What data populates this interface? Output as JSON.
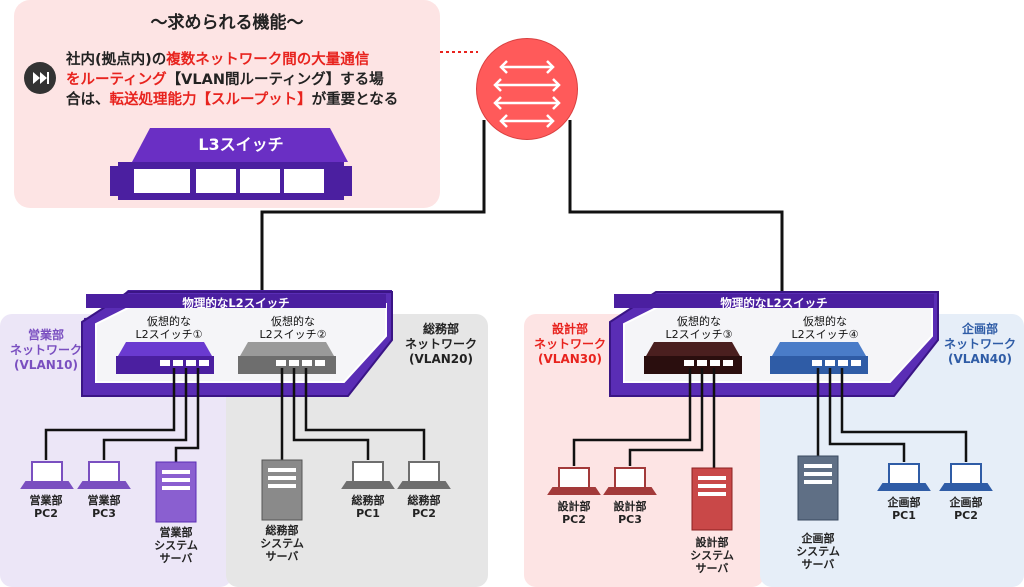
{
  "feature": {
    "title": "〜求められる機能〜",
    "line1_a": "社内(拠点内)の",
    "line1_b": "複数ネットワーク間の大量通信",
    "line2_a": "をルーティング",
    "line2_b": "【VLAN間ルーティング】する場",
    "line3_a": "合は、",
    "line3_b": "転送処理能力【スループット】",
    "line3_c": "が重要となる",
    "icon": "fast-forward-icon"
  },
  "l3_switch": {
    "label": "L3スイッチ"
  },
  "physical_switches": [
    {
      "label": "物理的なL2スイッチ"
    },
    {
      "label": "物理的なL2スイッチ"
    }
  ],
  "virtual_switches": [
    {
      "line1": "仮想的な",
      "line2": "L2スイッチ①",
      "color": "#4b1fa0"
    },
    {
      "line1": "仮想的な",
      "line2": "L2スイッチ②",
      "color": "#7a7a7a"
    },
    {
      "line1": "仮想的な",
      "line2": "L2スイッチ③",
      "color": "#2a0e0e"
    },
    {
      "line1": "仮想的な",
      "line2": "L2スイッチ④",
      "color": "#2f5ca6"
    }
  ],
  "networks": [
    {
      "name": "営業部",
      "line2": "ネットワーク",
      "vlan": "(VLAN10)",
      "color": "#7a4fc0"
    },
    {
      "name": "総務部",
      "line2": "ネットワーク",
      "vlan": "(VLAN20)",
      "color": "#222222"
    },
    {
      "name": "設計部",
      "line2": "ネットワーク",
      "vlan": "(VLAN30)",
      "color": "#e8231e"
    },
    {
      "name": "企画部",
      "line2": "ネットワーク",
      "vlan": "(VLAN40)",
      "color": "#2f5ca6"
    }
  ],
  "devices": {
    "eigyo_pc2": {
      "line1": "営業部",
      "line2": "PC2"
    },
    "eigyo_pc3": {
      "line1": "営業部",
      "line2": "PC3"
    },
    "eigyo_srv": {
      "line1": "営業部",
      "line2": "システム",
      "line3": "サーバ"
    },
    "somu_srv": {
      "line1": "総務部",
      "line2": "システム",
      "line3": "サーバ"
    },
    "somu_pc1": {
      "line1": "総務部",
      "line2": "PC1"
    },
    "somu_pc2": {
      "line1": "総務部",
      "line2": "PC2"
    },
    "sekkei_pc2": {
      "line1": "設計部",
      "line2": "PC2"
    },
    "sekkei_pc3": {
      "line1": "設計部",
      "line2": "PC3"
    },
    "sekkei_srv": {
      "line1": "設計部",
      "line2": "システム",
      "line3": "サーバ"
    },
    "kikaku_srv": {
      "line1": "企画部",
      "line2": "システム",
      "line3": "サーバ"
    },
    "kikaku_pc1": {
      "line1": "企画部",
      "line2": "PC1"
    },
    "kikaku_pc2": {
      "line1": "企画部",
      "line2": "PC2"
    }
  }
}
